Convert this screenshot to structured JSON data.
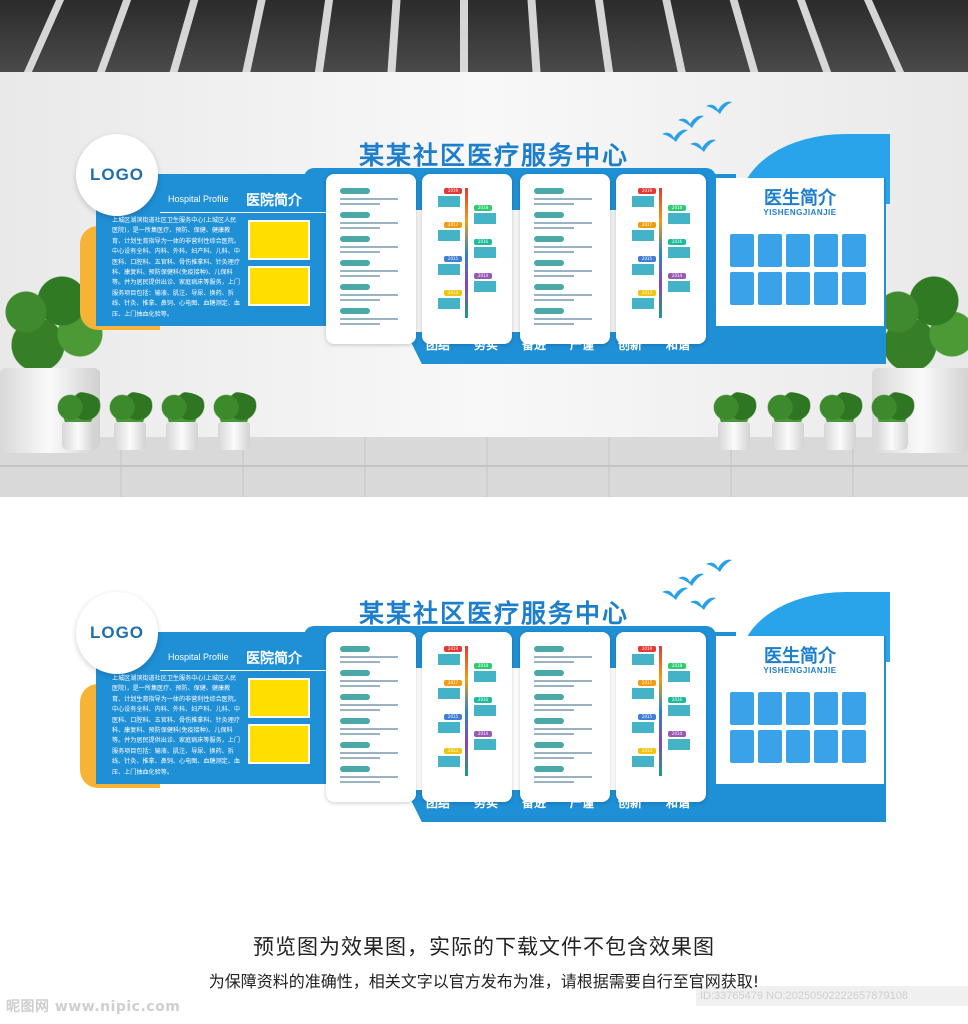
{
  "board": {
    "logo": "LOGO",
    "title": "某某社区医疗服务中心",
    "profile_en": "Hospital Profile",
    "profile_cn": "医院简介",
    "profile_text": "上城区湖滨街道社区卫生服务中心(上城区人民医院)，是一所集医疗、预防、保健、健康教育、计划生育指导为一体的非营利性综合医院。中心设有全科、内科、外科、妇产科、儿科、中医科、口腔科、五官科、骨伤推拿科、针灸理疗科、康复科、预防保健科(免疫接种)、儿保科等。并为居民提供出诊、家庭病床等服务，上门服务项目包括：输液、肌注、导尿、换药、拆线、针灸、推拿、鼻饲、心电图、血糖测定、血压、上门抽血化验等。",
    "motto": [
      "团结",
      "务实",
      "备进",
      "严谨",
      "创新",
      "和谐"
    ],
    "doctor_title": "医生简介",
    "doctor_subtitle": "YISHENGJIANJIE",
    "years": [
      "2019",
      "2018",
      "2017",
      "2016",
      "2015",
      "2014",
      "2013"
    ]
  },
  "captions": {
    "line1": "预览图为效果图，实际的下载文件不包含效果图",
    "line2": "为保障资料的准确性，相关文字以官方发布为准，请根据需要自行至官网获取!"
  },
  "watermark": {
    "left": "昵图网 www.nipic.com",
    "right": "ID:33765479 NO:20250502222657879108"
  },
  "colors": {
    "primary_blue": "#1f8fd6",
    "light_blue": "#29a4ea",
    "orange": "#f7b335",
    "photo_yellow": "#ffde00",
    "title_blue": "#1d7ecb"
  }
}
